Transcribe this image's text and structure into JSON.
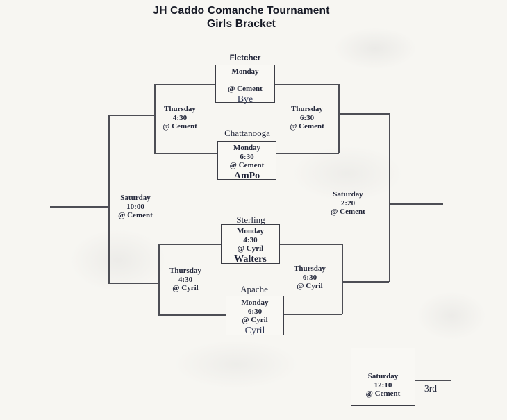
{
  "title": {
    "line1": "JH Caddo Comanche Tournament",
    "line2": "Girls Bracket"
  },
  "games": {
    "fletcher": {
      "label": "Fletcher",
      "day": "Monday",
      "time": "",
      "venue": "@ Cement",
      "team": "Bye"
    },
    "chattanooga": {
      "label": "Chattanooga",
      "day": "Monday",
      "time": "6:30",
      "venue": "@ Cement",
      "team": "AmPo"
    },
    "sterling": {
      "label": "Sterling",
      "day": "Monday",
      "time": "4:30",
      "venue": "@ Cyril",
      "team": "Walters"
    },
    "apache": {
      "label": "Apache",
      "day": "Monday",
      "time": "6:30",
      "venue": "@ Cyril",
      "team": "Cyril"
    }
  },
  "rounds": {
    "semi_left_top": {
      "day": "Thursday",
      "time": "4:30",
      "venue": "@ Cement"
    },
    "semi_right_top": {
      "day": "Thursday",
      "time": "6:30",
      "venue": "@ Cement"
    },
    "final_left": {
      "day": "Saturday",
      "time": "10:00",
      "venue": "@ Cement"
    },
    "final_right": {
      "day": "Saturday",
      "time": "2:20",
      "venue": "@ Cement"
    },
    "semi_left_bottom": {
      "day": "Thursday",
      "time": "4:30",
      "venue": "@ Cyril"
    },
    "semi_right_bottom": {
      "day": "Thursday",
      "time": "6:30",
      "venue": "@ Cyril"
    }
  },
  "third_place": {
    "day": "Saturday",
    "time": "12:10",
    "venue": "@ Cement",
    "label": "3rd"
  },
  "colors": {
    "text": "#23273a",
    "line": "#4d4e55",
    "background": "#f7f6f2"
  }
}
